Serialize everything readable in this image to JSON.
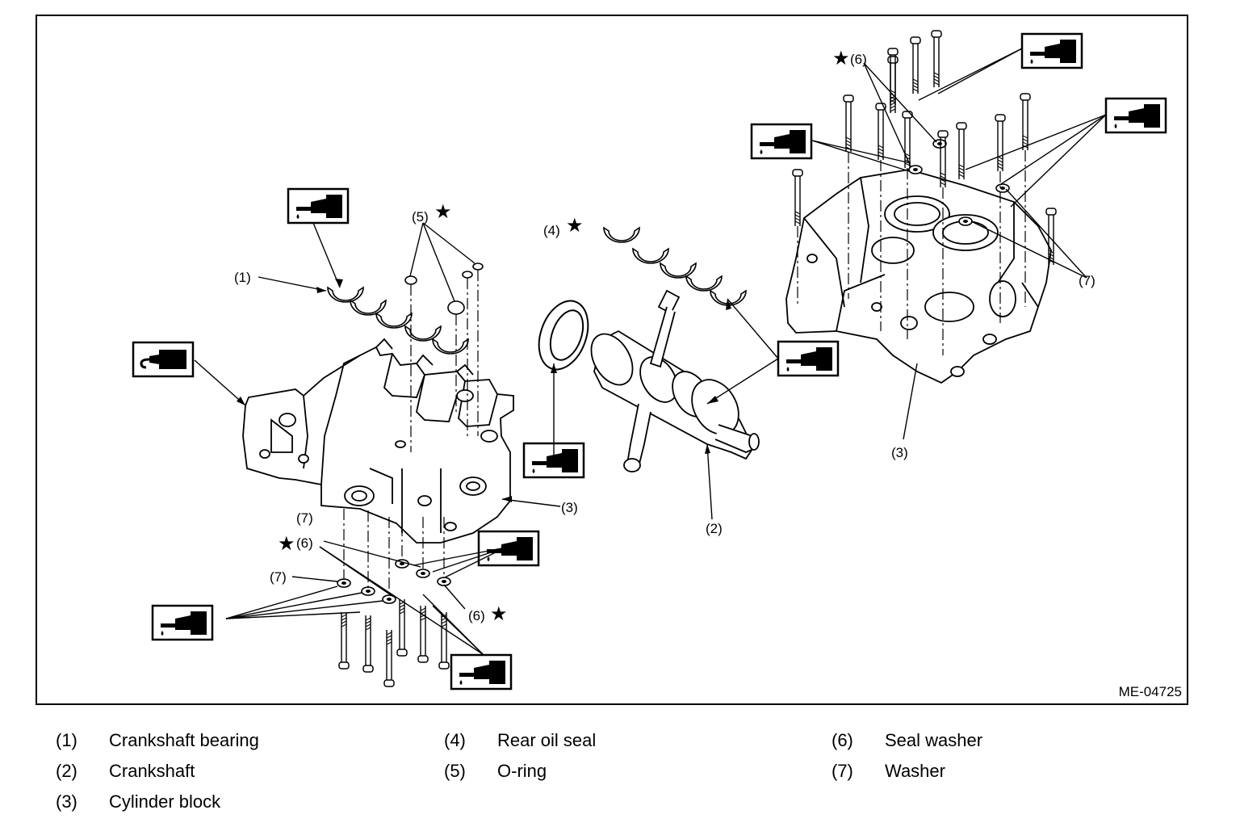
{
  "figure_id": "ME-04725",
  "callouts": {
    "c1": "(1)",
    "c2": "(2)",
    "c3a": "(3)",
    "c3b": "(3)",
    "c4": "(4)",
    "c5": "(5)",
    "c6a": "(6)",
    "c6b": "(6)",
    "c6c": "(6)",
    "c7a": "(7)",
    "c7b": "(7)",
    "c7c": "(7)",
    "star": "★"
  },
  "legend": [
    {
      "num": "(1)",
      "text": "Crankshaft bearing"
    },
    {
      "num": "(2)",
      "text": "Crankshaft"
    },
    {
      "num": "(3)",
      "text": "Cylinder block"
    },
    {
      "num": "(4)",
      "text": "Rear oil seal"
    },
    {
      "num": "(5)",
      "text": "O-ring"
    },
    {
      "num": "(6)",
      "text": "Seal washer"
    },
    {
      "num": "(7)",
      "text": "Washer"
    }
  ],
  "icons": {
    "oil": "oil-can-icon",
    "sealant": "sealant-tube-icon"
  }
}
